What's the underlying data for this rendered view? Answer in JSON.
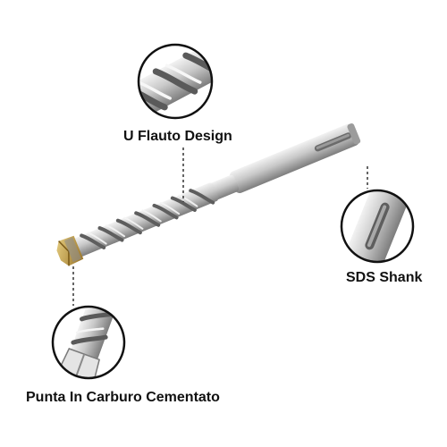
{
  "callouts": {
    "flute": {
      "label": "U Flauto Design",
      "icon": "spiral-flute-closeup"
    },
    "shank": {
      "label": "SDS Shank",
      "icon": "sds-shank-closeup"
    },
    "tip": {
      "label": "Punta In Carburo Cementato",
      "icon": "carbide-tip-closeup"
    }
  },
  "product": {
    "icon": "sds-drill-bit"
  },
  "colors": {
    "steel_light": "#e8e8e8",
    "steel_mid": "#b4b4b4",
    "steel_dark": "#6e6e6e",
    "carbide": "#c8a24a",
    "circle_border": "#111111",
    "leader_line": "#333333",
    "label_text": "#111111"
  }
}
